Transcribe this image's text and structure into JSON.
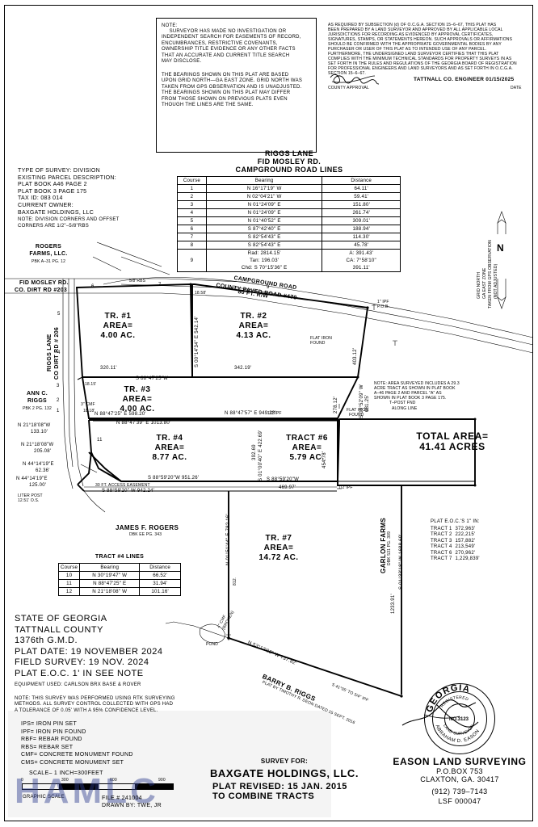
{
  "document": {
    "type": "land-survey-plat",
    "file_number": "FILE # 241004",
    "drawn_by": "DRAWN BY: TWE, JR",
    "watermark": "HAMLC"
  },
  "note_block": {
    "heading": "NOTE:",
    "paragraph1": "SURVEYOR HAS MADE NO INVESTIGATION OR INDEPENDENT SEARCH FOR EASEMENTS OF RECORD, ENCUMBRANCES, RESTRICTIVE COVENANTS, OWNERSHIP TITLE EVIDENCE OR ANY OTHER FACTS THAT AN ACCURATE AND CURRENT TITLE SEARCH MAY DISCLOSE.",
    "paragraph1_lines": [
      "     SURVEYOR HAS MADE NO INVESTIGATION OR",
      "INDEPENDENT SEARCH FOR EASEMENTS OF RECORD,",
      "ENCUMBRANCES, RESTRICTIVE COVENANTS,",
      "OWNERSHIP TITLE EVIDENCE OR ANY OTHER FACTS",
      "THAT AN ACCURATE AND CURRENT TITLE SEARCH",
      "MAY DISCLOSE."
    ],
    "paragraph2_lines": [
      "THE BEARINGS SHOWN ON THIS PLAT ARE BASED",
      "UPON GRID NORTH—GA EAST ZONE. GRID NORTH WAS",
      "TAKEN FROM GPS OBSERVATION AND IS UNADJUSTED.",
      "THE BEARINGS SHOWN ON THIS PLAT MAY DIFFER",
      "FROM THOSE SHOWN ON PREVIOUS PLATS EVEN",
      "THOUGH THE LINES ARE THE SAME."
    ]
  },
  "certification": {
    "lines": [
      "AS REQUIRED BY SUBSECTION (d) OF O.C.G.A. SECTION 15–6–67, THIS PLAT HAS",
      "BEEN PREPARED BY A LAND SURVEYOR AND APPROVED BY ALL APPLICABLE LOCAL",
      "JURISDICTIONS FOR RECORDING AS EVIDENCED BY APPROVAL CERTIFICATES,",
      "SIGNATURES, STAMPS, OR STATEMENTS HEREON. SUCH APPROVALS OR AFFIRMATIONS",
      "SHOULD BE CONFIRMED WITH THE APPROPRIATE GOVERNMENTAL BODIES BY ANY",
      "PURCHASER OR USER OF THIS PLAT AS TO INTENDED USE OF ANY PARCEL.",
      "FURTHERMORE, THE UNDERSIGNED LAND SURVEYOR CERTIFIES THAT THIS PLAT",
      "COMPLIES WITH THE MINIMUM TECHNICAL STANDARDS FOR PROPERTY SURVEYS IN AS",
      "SET FORTH IN THE RULES AND REGULATIONS OF THE GEORGIA BOARD OF REGISTRATION",
      "FOR PROFESSIONAL ENGINEERS AND LAND SURVEYORS AND AS SET FORTH IN O.C.G.A.",
      "SECTION 15–6–67."
    ],
    "approval_label": "COUNTY APPROVAL",
    "engineer_line": "TATTNALL CO. ENGINEER 01/15/2025",
    "date_label": "DATE"
  },
  "road_table": {
    "title_line1": "RIGGS LANE",
    "title_line2": "FID MOSLEY RD.",
    "title_line3": "CAMPGROUND ROAD LINES",
    "headers": [
      "Course",
      "Bearing",
      "Distance"
    ],
    "rows": [
      {
        "course": "1",
        "bearing": "N 16°17'19\" W",
        "distance": "64.11'"
      },
      {
        "course": "2",
        "bearing": "N 02°04'21\" W",
        "distance": "59.41'"
      },
      {
        "course": "3",
        "bearing": "N 01°24'09\" E",
        "distance": "151.80'"
      },
      {
        "course": "4",
        "bearing": "N 01°24'09\" E",
        "distance": "261.74'"
      },
      {
        "course": "5",
        "bearing": "N 01°40'52\" E",
        "distance": "309.01'"
      },
      {
        "course": "6",
        "bearing": "S 87°42'40\" E",
        "distance": "188.94'"
      },
      {
        "course": "7",
        "bearing": "S 82°54'43\" E",
        "distance": "114.30'"
      },
      {
        "course": "8",
        "bearing": "S 82°54'43\" E",
        "distance": "45.78'"
      }
    ],
    "curve_row": {
      "course": "9",
      "bearing_line1": "Rad: 2814.15'",
      "bearing_line2": "Tan: 196.03'",
      "bearing_line3": "Chd: S 70°15'36\" E",
      "distance_line1": "A: 391.43'",
      "distance_line2": "CA: 7°58'10\"",
      "distance_line3": "391.11'"
    }
  },
  "survey_info": {
    "lines": [
      "TYPE OF SURVEY: DIVISION",
      "EXISTING PARCEL DESCRIPTION:",
      "PLAT BOOK A46 PAGE 2",
      "PLAT BOOK 3 PAGE 175",
      "TAX ID: 083 014",
      "CURRENT OWNER:",
      "BAXGATE HOLDINGS, LLC"
    ],
    "note_line1": "NOTE: DIVISION CORNERS AND OFFSET",
    "note_line2": "CORNERS ARE 1/2\"–5/8\"RBS"
  },
  "north_arrow": {
    "letter": "N",
    "label_lines": [
      "GRID NORTH",
      "GA EAST ZONE",
      "TAKEN FROM GPS OBSERVATION",
      "(NOT ADJUSTED)"
    ]
  },
  "adjoiners": [
    {
      "name_line1": "ROGERS",
      "name_line2": "FARMS, LLC.",
      "ref": "PBK A–31 PG. 12"
    },
    {
      "name_line1": "ANN C.",
      "name_line2": "RIGGS",
      "ref": "PBK 2 PG. 132"
    },
    {
      "name_line1": "JAMES F. ROGERS",
      "name_line2": "",
      "ref": "DBK EE PG. 343"
    },
    {
      "name_line1": "GARLON FARMS",
      "name_line2": "",
      "ref": "DBK 531 PG. 309"
    },
    {
      "name_line1": "BARRY B. RIGGS",
      "name_line2": "",
      "ref": "PLAT BY TIMOTHY R. DEON DATED 15 SEPT. 2016"
    }
  ],
  "roads": {
    "campground": {
      "line1": "CAMPGROUND ROAD",
      "line2": "COUNTY PAVED ROAD #470",
      "line3": "80 FT. R/W"
    },
    "fid_mosley": {
      "line1": "FID MOSLEY RD.",
      "line2": "CO. DIRT RD #203"
    },
    "riggs_lane": {
      "line1": "RIGGS LANE",
      "line2": "CO DIRT RD # 206"
    }
  },
  "tracts": [
    {
      "label": "TR. #1",
      "area_label": "AREA=",
      "area": "4.00 AC."
    },
    {
      "label": "TR. #2",
      "area_label": "AREA=",
      "area": "4.13 AC."
    },
    {
      "label": "TR. #3",
      "area_label": "AREA=",
      "area": "4.00 AC."
    },
    {
      "label": "TR. #4",
      "area_label": "AREA=",
      "area": "8.77 AC."
    },
    {
      "label": "TRACT #6",
      "area_label": "AREA=",
      "area": "5.79 AC."
    },
    {
      "label": "TR. #7",
      "area_label": "AREA=",
      "area": "14.72 AC."
    }
  ],
  "dimensions": {
    "tr1_south": "320.11'",
    "tr2_south": "342.19'",
    "tr1_tr2_divider": "S 00°14'34\" E  542.14'",
    "tr2_east_a": "403.12'",
    "tr2_east_b": "681.25'",
    "tr2_east_bearing": "S 09°52'09\" W",
    "tr3_north": "S 88°47'25\"W",
    "tr3_south": "N 88°47'25\" E  598.20'",
    "tr3_east": "278.12'",
    "tr4_north": "N 88°47'39\" E  1013.80'",
    "tr4_south": "S 88°59'20\"W  951.26'",
    "tr4_east_a": "392.69",
    "tr4_east_b": "S 01°00'40\" E  422.69'",
    "tr6_north": "N 88°47'57\" E  949.23'",
    "tr6_east": "454.78'",
    "tr6_south_bearing": "S 88°59'20\"W",
    "tr6_south_dist": "469.97'",
    "easement_line": "S 88°59'20\" W  942.24'",
    "easement_label": "30 FT. ACCESS EASEMENT",
    "tr7_west_a": "N 01°51'44\" E  782.16'",
    "tr7_west_b": "812.",
    "tr7_east_a": "S 01°33'18\" W  1688.69'",
    "tr7_east_b": "1233.91'",
    "tr7_sw": "N 53°17'08\" W  737.82'",
    "tr7_se": "S 41°05' TO 3/4\" IPF",
    "west_1": "N 21°18'08\"W",
    "west_1d": "133.10'",
    "west_2": "N 21°18'08\"W",
    "west_2d": "205.08'",
    "west_3": "N 44°14'19\"E",
    "west_3d": "62.36'",
    "west_4": "N 44°14'19\"E",
    "west_4d": "125.00'",
    "offset_18_15": "18.15'",
    "offset_18_18": "18.18'",
    "cmf_3": "3\" CMF",
    "liter_post": "LITER POST 12.51' O.S.",
    "tpost": "T–POST FND ALONG LINE",
    "flat_iron": "FLAT IRON FOUND",
    "pob": "1\" IPF P.O.B.",
    "half_ipf": "1/2\"IPF",
    "cmf_broken": "4\" CMF (BROKEN)",
    "pond": "POND"
  },
  "area_note": {
    "lines": [
      "NOTE: AREA SURVEYED INCLUDES A 29.3",
      "ACRE TRACT AS SHOWN IN PLAT BOOK",
      "A–46 PAGE 2 AND PARCEL \"A\" AS",
      "SHOWN IN PLAT BOOK 3 PAGE 175."
    ]
  },
  "total_area": {
    "label": "TOTAL AREA=",
    "value": "41.41 ACRES"
  },
  "eoc_list": {
    "heading": "PLAT E.O.C.'S 1\" IN:",
    "rows": [
      "TRACT 1  372,963'",
      "TRACT 2  222,215'",
      "TRACT 3  157,882'",
      "TRACT 4  213,549'",
      "TRACT 6  270,962'",
      "TRACT 7  1,229,839'"
    ]
  },
  "tract4_table": {
    "title": "TRACT #4 LINES",
    "headers": [
      "Course",
      "Bearing",
      "Distance"
    ],
    "rows": [
      {
        "course": "10",
        "bearing": "N 30°19'47\" W",
        "distance": "66.52'"
      },
      {
        "course": "11",
        "bearing": "N 88°47'25\" E",
        "distance": "31.94'"
      },
      {
        "course": "12",
        "bearing": "N 21°18'08\" W",
        "distance": "101.16'"
      }
    ]
  },
  "state_block": {
    "lines": [
      "STATE OF GEORGIA",
      "TATTNALL COUNTY",
      "1376th G.M.D.",
      "PLAT DATE: 19 NOVEMBER 2024",
      "FIELD SURVEY: 19 NOV. 2024",
      "PLAT E.O.C. 1' IN SEE NOTE"
    ],
    "equipment": "EQUIPMENT USED: CARLSON BRX BASE & ROVER"
  },
  "rtk_note": {
    "lines": [
      "NOTE: THIS SURVEY WAS PERFORMED USING RTK SURVEYING",
      "METHODS. ALL SURVEY CONTROL COLLECTED WITH GPS HAD",
      "A TOLERANCE OF 0.05' WITH A 95% CONFIDENCE LEVEL."
    ]
  },
  "legend": {
    "items": [
      "IPS= IRON PIN SET",
      "IPF= IRON PIN FOUND",
      "RBF= REBAR FOUND",
      "RBS= REBAR SET",
      "CMF= CONCRETE MONUMENT FOUND",
      "CMS= CONCRETE MONUMENT SET"
    ]
  },
  "scale": {
    "text": "SCALE– 1 INCH=300FEET",
    "caption": "GRAPHIC SCALE",
    "ticks": [
      "0",
      "300",
      "600",
      "900"
    ]
  },
  "survey_for": {
    "heading": "SURVEY FOR:",
    "client": "BAXGATE HOLDINGS, LLC.",
    "revised_line1": "PLAT REVISED: 15 JAN. 2015",
    "revised_line2": "TO COMBINE TRACTS"
  },
  "surveyor": {
    "seal_top": "GEORGIA",
    "seal_registered": "REGISTERED",
    "seal_number": "NO.3123",
    "seal_land_surveyor": "LAND SURVEYOR",
    "seal_name": "ABRAHAM D. EASON",
    "company": "EASON LAND SURVEYING",
    "po_box": "P.O.BOX 753",
    "city": "CLAXTON, GA. 30417",
    "phone": "(912) 739–7143",
    "lsf": "LSF 000047"
  }
}
